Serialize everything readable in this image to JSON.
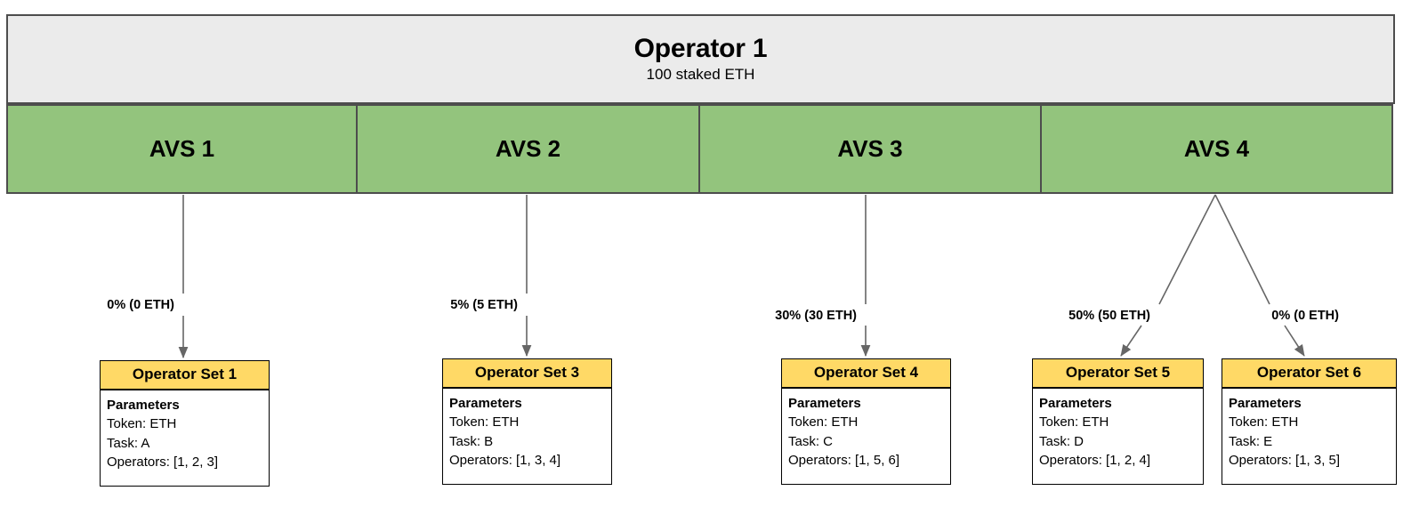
{
  "diagram": {
    "title": "Operator 1 AVS allocation diagram",
    "colors": {
      "operator_band": "#ebebeb",
      "avs_band": "#93c47d",
      "opset_header": "#ffd966",
      "border": "#4d4d4d",
      "edge": "#666666",
      "text": "#000000"
    }
  },
  "operator": {
    "name": "Operator 1",
    "stake": "100 staked ETH"
  },
  "avs": [
    {
      "label": "AVS 1"
    },
    {
      "label": "AVS 2"
    },
    {
      "label": "AVS 3"
    },
    {
      "label": "AVS 4"
    }
  ],
  "edges": [
    {
      "label": "0% (0 ETH)",
      "from": "AVS 1",
      "to": "Operator Set 1"
    },
    {
      "label": "5% (5 ETH)",
      "from": "AVS 2",
      "to": "Operator Set 3"
    },
    {
      "label": "30% (30 ETH)",
      "from": "AVS 3",
      "to": "Operator Set 4"
    },
    {
      "label": "50% (50 ETH)",
      "from": "AVS 4",
      "to": "Operator Set 5"
    },
    {
      "label": "0% (0 ETH)",
      "from": "AVS 4",
      "to": "Operator Set 6"
    }
  ],
  "operator_sets": [
    {
      "title": "Operator Set 1",
      "params_label": "Parameters",
      "token": "Token: ETH",
      "task": "Task: A",
      "operators": "Operators: [1, 2, 3]"
    },
    {
      "title": "Operator Set 3",
      "params_label": "Parameters",
      "token": "Token: ETH",
      "task": "Task: B",
      "operators": "Operators: [1, 3, 4]"
    },
    {
      "title": "Operator Set 4",
      "params_label": "Parameters",
      "token": "Token: ETH",
      "task": "Task: C",
      "operators": "Operators: [1, 5, 6]"
    },
    {
      "title": "Operator Set 5",
      "params_label": "Parameters",
      "token": "Token: ETH",
      "task": "Task: D",
      "operators": "Operators: [1, 2, 4]"
    },
    {
      "title": "Operator Set 6",
      "params_label": "Parameters",
      "token": "Token: ETH",
      "task": "Task: E",
      "operators": "Operators: [1, 3, 5]"
    }
  ]
}
